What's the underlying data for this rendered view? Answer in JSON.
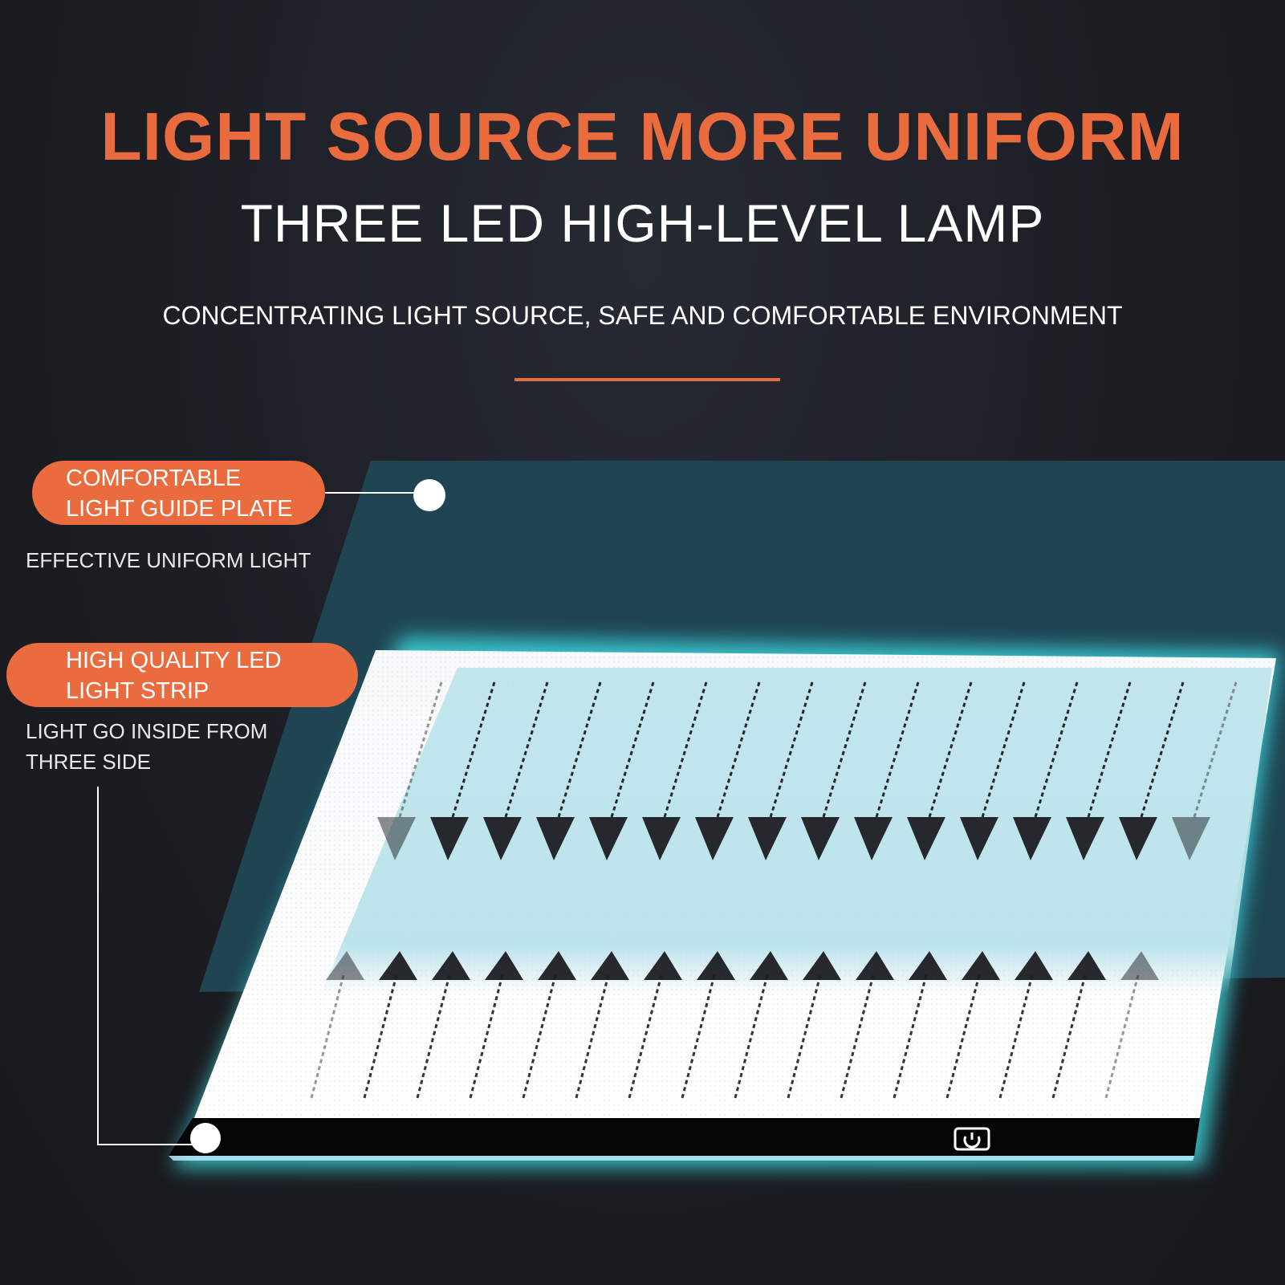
{
  "header": {
    "title": "LIGHT SOURCE MORE UNIFORM",
    "subtitle": "THREE LED HIGH-LEVEL LAMP",
    "tagline": "CONCENTRATING LIGHT SOURCE,  SAFE AND COMFORTABLE ENVIRONMENT"
  },
  "callouts": {
    "guide_plate": {
      "label_line1": "COMFORTABLE",
      "label_line2": "LIGHT GUIDE PLATE",
      "description": "EFFECTIVE UNIFORM LIGHT"
    },
    "led_strip": {
      "label_line1": "HIGH QUALITY LED",
      "label_line2": "LIGHT STRIP",
      "description_line1": "LIGHT GO INSIDE FROM",
      "description_line2": "THREE SIDE"
    }
  },
  "icons": {
    "power": "power-icon",
    "arrows_down": "arrow-down-icon",
    "arrows_up": "arrow-up-icon"
  },
  "colors": {
    "accent": "#e96b3e",
    "background": "#1c1e24",
    "plate": "#1f4553",
    "glow": "#3fe9f0",
    "light_blue": "#b9e2ea"
  }
}
